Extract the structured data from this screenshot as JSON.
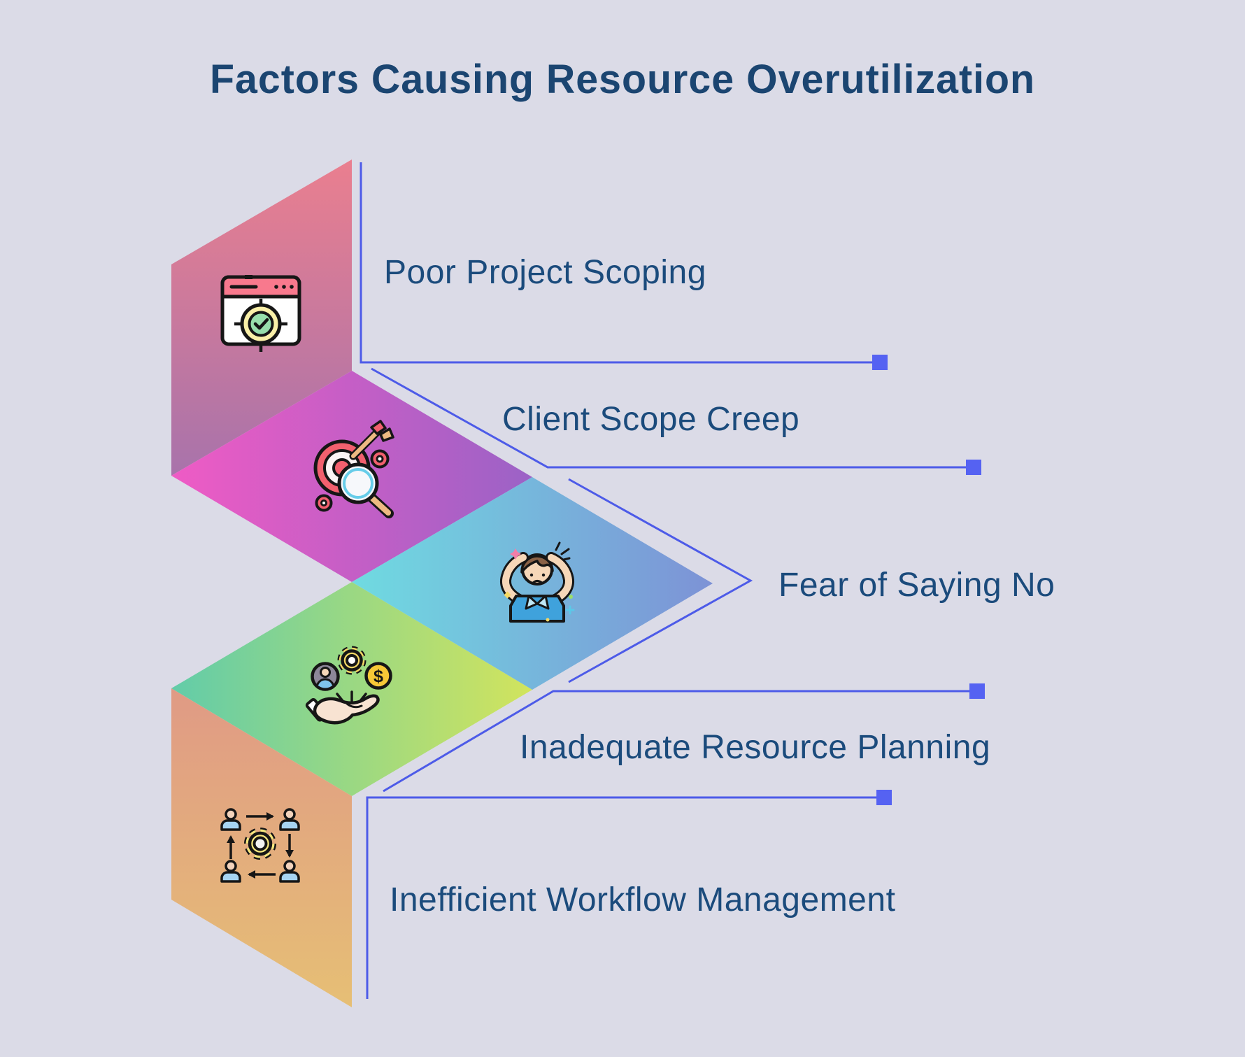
{
  "title": "Factors Causing Resource Overutilization",
  "theme": {
    "background": "#DBDBE7",
    "title_color": "#1B4571",
    "label_color": "#1B4B7C",
    "connector": "#4D5BE8",
    "marker": "#5562F2"
  },
  "coin_symbol": "$",
  "items": [
    {
      "label": "Poor Project Scoping",
      "icon": "browser-target-icon",
      "gradient": [
        "#EA7F8F",
        "#A873AB"
      ]
    },
    {
      "label": "Client Scope Creep",
      "icon": "target-magnifier-icon",
      "gradient": [
        "#EF5BC5",
        "#9B62C6"
      ]
    },
    {
      "label": "Fear of Saying No",
      "icon": "stressed-person-icon",
      "gradient": [
        "#6FDBE1",
        "#7D92D6"
      ]
    },
    {
      "label": "Inadequate Resource Planning",
      "icon": "hand-resources-icon",
      "gradient": [
        "#62CCA9",
        "#D2E45D"
      ]
    },
    {
      "label": "Inefficient Workflow Management",
      "icon": "team-workflow-icon",
      "gradient": [
        "#E09A85",
        "#E6BF75"
      ]
    }
  ]
}
